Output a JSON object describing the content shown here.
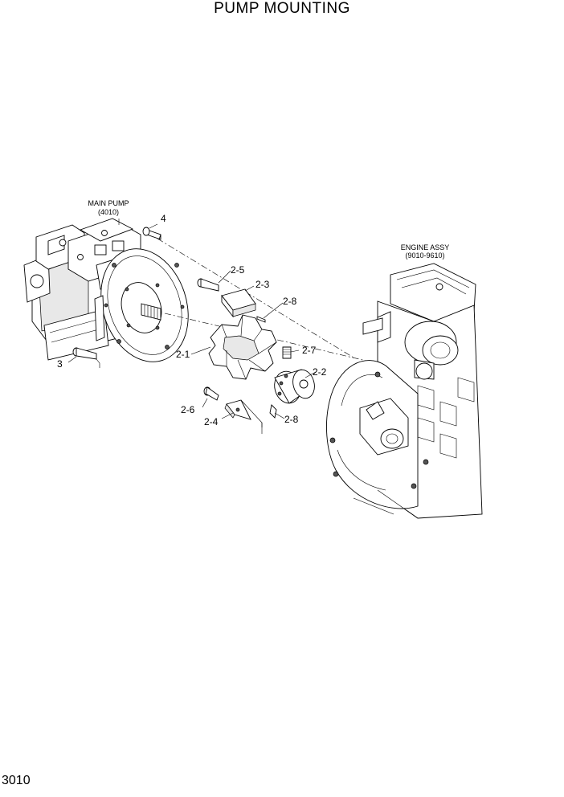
{
  "page": {
    "title": "PUMP MOUNTING",
    "page_number": "3010"
  },
  "assemblies": {
    "main_pump": {
      "name": "MAIN PUMP",
      "ref": "(4010)"
    },
    "engine": {
      "name": "ENGINE ASSY",
      "ref": "(9010-9610)"
    }
  },
  "callouts": {
    "c4": "4",
    "c3": "3",
    "c2_1": "2-1",
    "c2_2": "2-2",
    "c2_3": "2-3",
    "c2_4": "2-4",
    "c2_5": "2-5",
    "c2_6": "2-6",
    "c2_7": "2-7",
    "c2_8a": "2-8",
    "c2_8b": "2-8"
  }
}
